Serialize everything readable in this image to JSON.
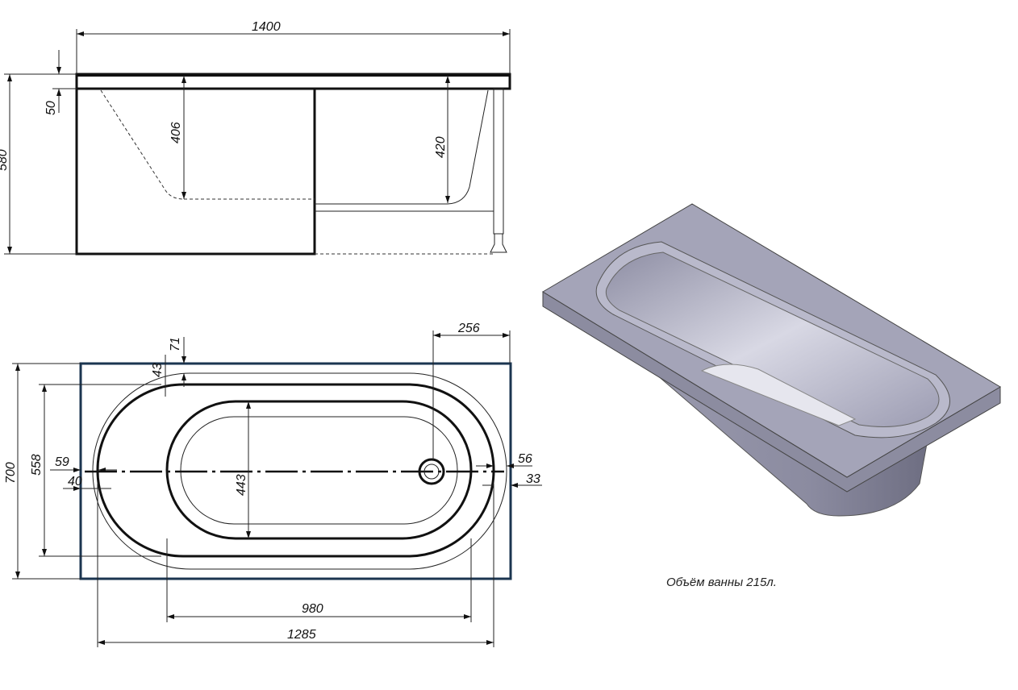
{
  "side_view": {
    "width_total": "1400",
    "rim_height": "50",
    "total_height": "580",
    "depth_left": "406",
    "depth_right": "420"
  },
  "top_view": {
    "width_outer": "700",
    "width_bowl": "558",
    "width_bottom": "443",
    "length_bottom": "980",
    "length_bowl": "1285",
    "drain_offset": "256",
    "rim_top": "71",
    "rim_inner": "43",
    "rim_left_1": "59",
    "rim_left_2": "40",
    "rim_right_1": "56",
    "rim_right_2": "33"
  },
  "caption": "Объём ванны 215л.",
  "colors": {
    "frame": "#1b3550",
    "tub_light": "#c9c9d8",
    "tub_dark": "#7d7d92"
  }
}
